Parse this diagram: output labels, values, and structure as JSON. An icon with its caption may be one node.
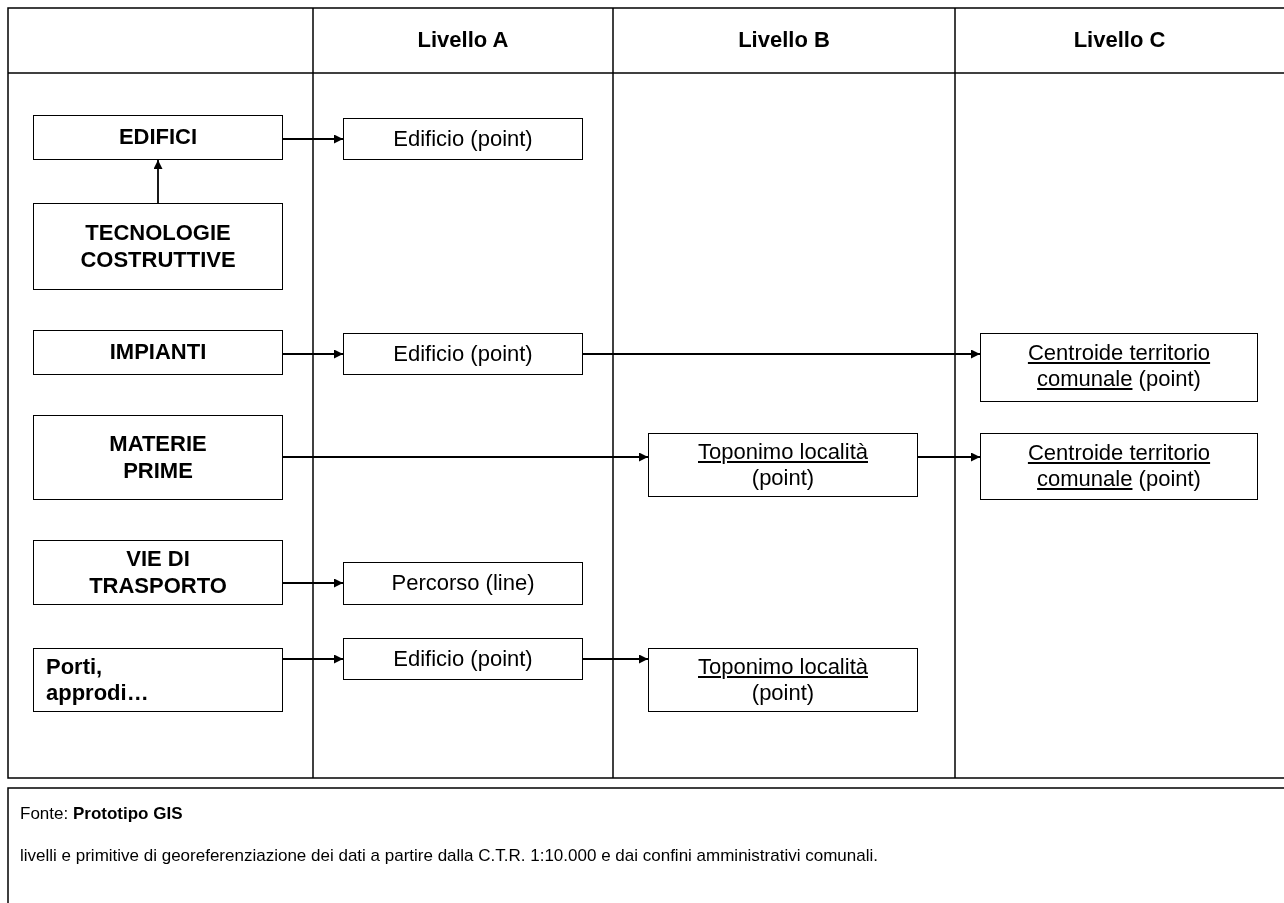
{
  "diagram": {
    "nodes": [
      {
        "text": [
          "EDIFICI"
        ]
      },
      {
        "text": [
          "TECNOLOGIE COSTRUTTIVE"
        ]
      },
      {
        "text": [
          "IMPIANTI"
        ]
      },
      {
        "text": [
          "MATERIE PRIME"
        ]
      },
      {
        "text": [
          "VIE DI TRASPORTO"
        ]
      },
      {
        "text": [
          "Porti, approdi…"
        ]
      },
      {
        "text": [
          "Edificio (point)"
        ]
      },
      {
        "text": [
          "Edificio (point)"
        ]
      },
      {
        "text": [
          "Percorso (line)"
        ]
      },
      {
        "text": [
          "Edificio (point)"
        ]
      },
      {
        "text": [
          "Toponimo località",
          "(point)"
        ]
      },
      {
        "text": [
          "Toponimo località",
          "(point)"
        ]
      },
      {
        "text": [
          "Centroide territorio comunale",
          "(point)"
        ]
      },
      {
        "text": [
          "Centroide territorio comunale",
          "(point)"
        ]
      }
    ],
    "edges": [
      {
        "from": 0,
        "to": 6,
        "arrow": "to"
      },
      {
        "from": 1,
        "to": 0,
        "arrow": "to"
      },
      {
        "from": 2,
        "to": 7,
        "arrow": "to"
      },
      {
        "from": 7,
        "to": 12,
        "arrow": "to"
      },
      {
        "from": 3,
        "to": 10,
        "arrow": "to"
      },
      {
        "from": 10,
        "to": 13,
        "arrow": "to"
      },
      {
        "from": 4,
        "to": 8,
        "arrow": "to"
      },
      {
        "from": 5,
        "to": 9,
        "arrow": "to"
      },
      {
        "from": 9,
        "to": 11,
        "arrow": "to"
      }
    ],
    "labels": [
      "Livello A",
      "Livello B",
      "Livello C",
      "Fonte: **Prototipo GIS**",
      "livelli e primitive di georeferenziazione dei dati a partire dalla C.T.R. 1:10.000 e dai confini amministrativi comunali."
    ]
  }
}
